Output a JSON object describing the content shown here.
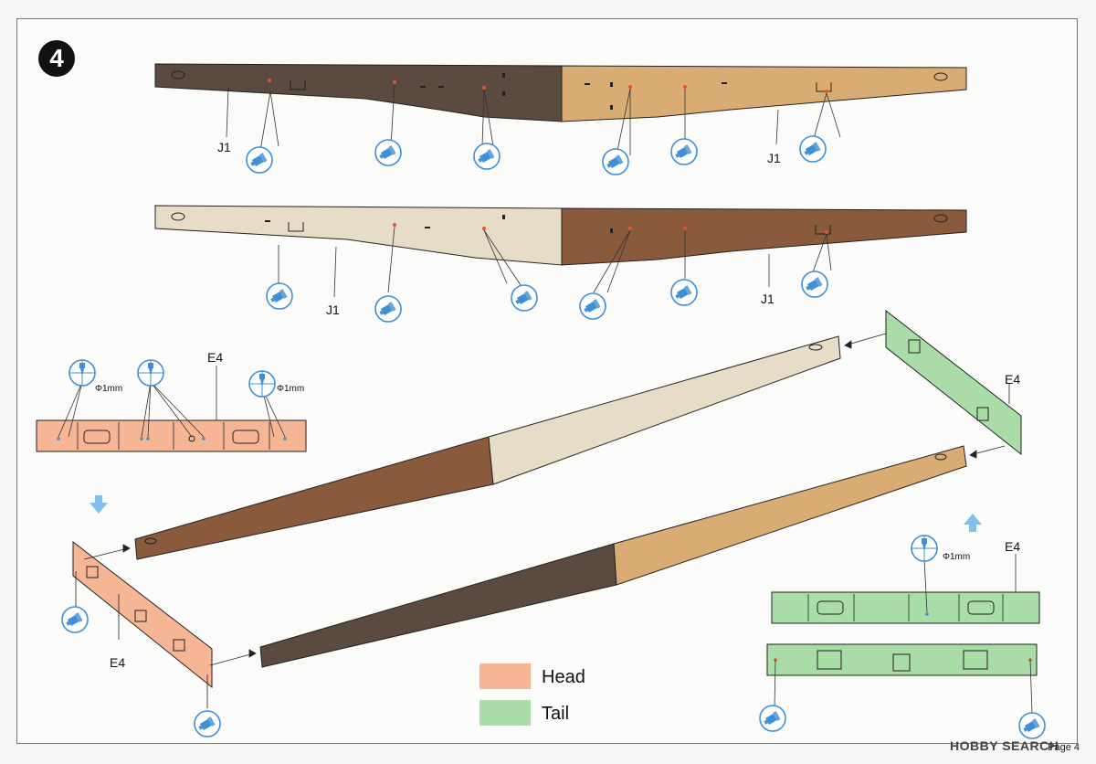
{
  "step": {
    "number": "4"
  },
  "parts": {
    "side_rail": "J1",
    "crossmember": "E4"
  },
  "notes": {
    "hole": "Φ1mm"
  },
  "legend": [
    {
      "label": "Head",
      "color": "#f6b595"
    },
    {
      "label": "Tail",
      "color": "#a9dca6"
    }
  ],
  "colors": {
    "dark_brown": "#5a4a3f",
    "tan": "#d9ac73",
    "cream": "#e7dcc5",
    "mid_brown": "#8a5a3c",
    "head_pink": "#f6b595",
    "tail_green": "#a9dca6",
    "tool_blue": "#3f8fd6"
  },
  "icons": [
    "cement-icon",
    "drill-icon",
    "arrow-down-icon",
    "arrow-up-icon"
  ],
  "footer": {
    "page": "Page 4",
    "brand": "HOBBY SEARCH"
  }
}
